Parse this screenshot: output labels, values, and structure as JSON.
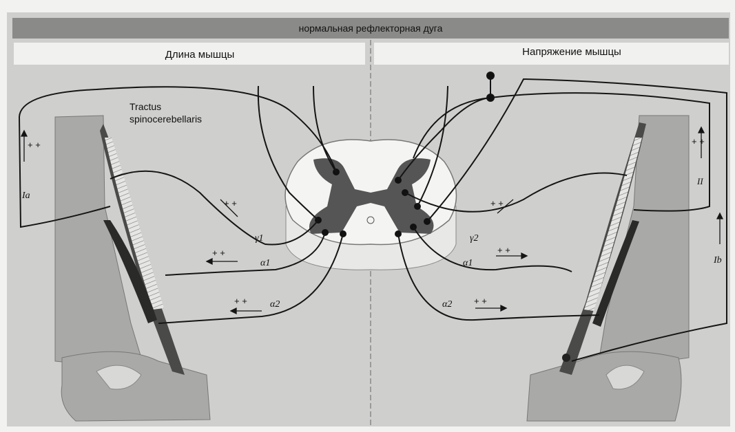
{
  "title": "нормальная рефлекторная дуга",
  "left_panel_title": "Длина мышцы",
  "right_panel_title": "Напряжение мышцы",
  "labels": {
    "tractus": "Tractus",
    "spinocerebellaris": "spinocerebellaris",
    "ia": "Ia",
    "gamma1": "γ1",
    "alpha1_left": "α1",
    "alpha2_left": "α2",
    "gamma2": "γ2",
    "alpha1_right": "α1",
    "alpha2_right": "α2",
    "ii": "II",
    "ib": "Ib",
    "plus_plus": "+ +"
  },
  "colors": {
    "background": "#f2f2f0",
    "panel": "#cfcfcd",
    "title_bar": "#8a8a88",
    "bone": "#a9a9a7",
    "muscle_dark": "#4a4a48",
    "cord_gray": "#555555",
    "cord_white": "#f4f4f2",
    "nerve": "#151515"
  }
}
